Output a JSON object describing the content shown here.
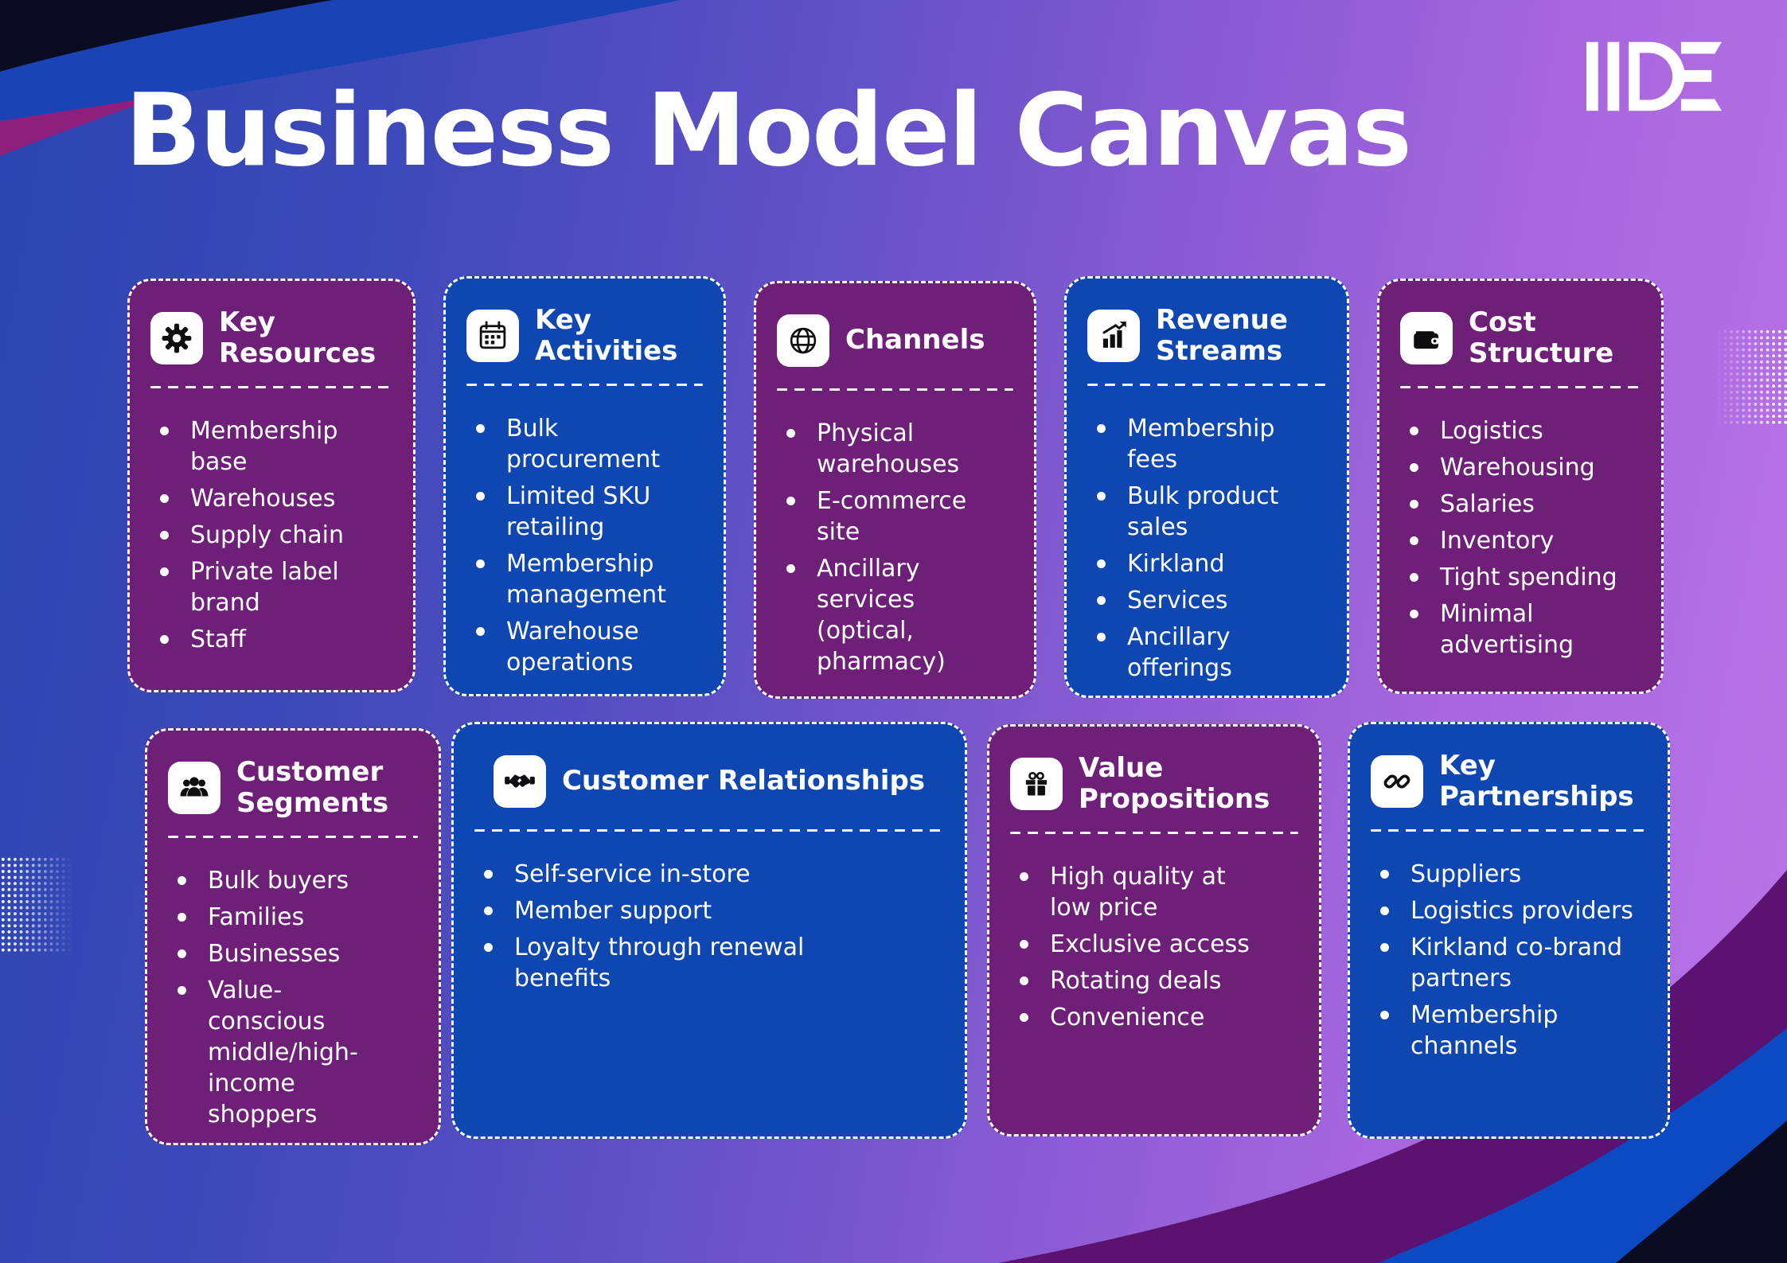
{
  "page": {
    "title": "Business Model Canvas"
  },
  "logo": {
    "text": "IIDE"
  },
  "colors": {
    "card_purple": "#6E1F78",
    "card_blue": "#0E47B2",
    "background_blue": "#2945B0",
    "background_violet": "#BA74E7",
    "corner_navy": "#0A0C22",
    "corner_bright_blue": "#0C4AC4",
    "corner_magenta": "#8E1F7D",
    "corner_dark_purple": "#5B1270",
    "text": "#FFFFFF"
  },
  "cards": [
    {
      "id": "key-resources",
      "title": "Key Resources",
      "icon": "gear-icon",
      "color": "purple",
      "items": [
        "Membership base",
        "Warehouses",
        "Supply chain",
        "Private label brand",
        "Staff"
      ]
    },
    {
      "id": "key-activities",
      "title": "Key Activities",
      "icon": "calendar-icon",
      "color": "blue",
      "items": [
        "Bulk procurement",
        "Limited SKU retailing",
        "Membership management",
        "Warehouse operations"
      ]
    },
    {
      "id": "channels",
      "title": "Channels",
      "icon": "globe-icon",
      "color": "purple",
      "items": [
        "Physical warehouses",
        "E-commerce site",
        "Ancillary services (optical, pharmacy)"
      ]
    },
    {
      "id": "revenue-streams",
      "title": "Revenue Streams",
      "icon": "growth-chart-icon",
      "color": "blue",
      "items": [
        "Membership fees",
        "Bulk product sales",
        "Kirkland",
        "Services",
        "Ancillary offerings"
      ]
    },
    {
      "id": "cost-structure",
      "title": "Cost Structure",
      "icon": "wallet-icon",
      "color": "purple",
      "items": [
        "Logistics",
        "Warehousing",
        "Salaries",
        "Inventory",
        "Tight spending",
        "Minimal advertising"
      ]
    },
    {
      "id": "customer-segments",
      "title": "Customer Segments",
      "icon": "people-icon",
      "color": "purple",
      "items": [
        "Bulk buyers",
        "Families",
        "Businesses",
        "Value-conscious middle/high-income shoppers"
      ]
    },
    {
      "id": "customer-relationships",
      "title": "Customer Relationships",
      "icon": "handshake-icon",
      "color": "blue",
      "items": [
        "Self-service in-store",
        "Member support",
        "Loyalty through renewal benefits"
      ]
    },
    {
      "id": "value-propositions",
      "title": "Value Propositions",
      "icon": "gift-icon",
      "color": "purple",
      "items": [
        "High quality at low price",
        "Exclusive access",
        "Rotating deals",
        "Convenience"
      ]
    },
    {
      "id": "key-partnerships",
      "title": "Key Partnerships",
      "icon": "link-icon",
      "color": "blue",
      "items": [
        "Suppliers",
        "Logistics providers",
        "Kirkland co-brand partners",
        "Membership channels"
      ]
    }
  ]
}
